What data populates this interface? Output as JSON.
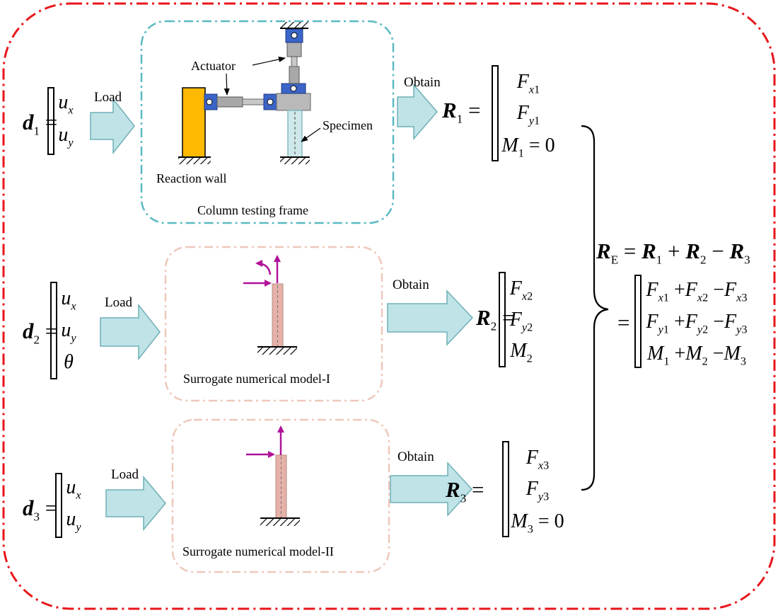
{
  "colors": {
    "outer_frame": "#e8161b",
    "testing_frame_border": "#5bb9c2",
    "surrogate_border": "#efc8bb",
    "arrow_fill": "#bfe3e6",
    "arrow_stroke": "#6fb0b8",
    "reaction_wall": "#ffb900",
    "specimen": "#e6b1a8",
    "force_arrow": "#b0129a",
    "bearing": "#3a64c8"
  },
  "top_row": {
    "d_label": "d",
    "d_sub": "1",
    "d_components": [
      "u_x",
      "u_y"
    ],
    "load": "Load",
    "obtain": "Obtain",
    "testing_frame": {
      "caption": "Column testing frame",
      "actuator": "Actuator",
      "specimen": "Specimen",
      "reaction_wall": "Reaction wall"
    },
    "r_label": "R",
    "r_sub": "1",
    "r_components": [
      "F_x1",
      "F_y1",
      "M_1 = 0"
    ]
  },
  "middle_row": {
    "d_label": "d",
    "d_sub": "2",
    "d_components": [
      "u_x",
      "u_y",
      "θ"
    ],
    "load": "Load",
    "obtain": "Obtain",
    "caption": "Surrogate numerical model-I",
    "r_label": "R",
    "r_sub": "2",
    "r_components": [
      "F_x2",
      "F_y2",
      "M_2"
    ]
  },
  "bottom_row": {
    "d_label": "d",
    "d_sub": "3",
    "d_components": [
      "u_x",
      "u_y"
    ],
    "load": "Load",
    "obtain": "Obtain",
    "caption": "Surrogate numerical model-II",
    "r_label": "R",
    "r_sub": "3",
    "r_components": [
      "F_x3",
      "F_y3",
      "M_3 = 0"
    ]
  },
  "combination": {
    "lhs": "R_E = R_1 + R_2 − R_3",
    "rows": [
      "F_x1 + F_x2 − F_x3",
      "F_y1 + F_y2 − F_y3",
      "M_1 + M_2 − M_3"
    ]
  }
}
